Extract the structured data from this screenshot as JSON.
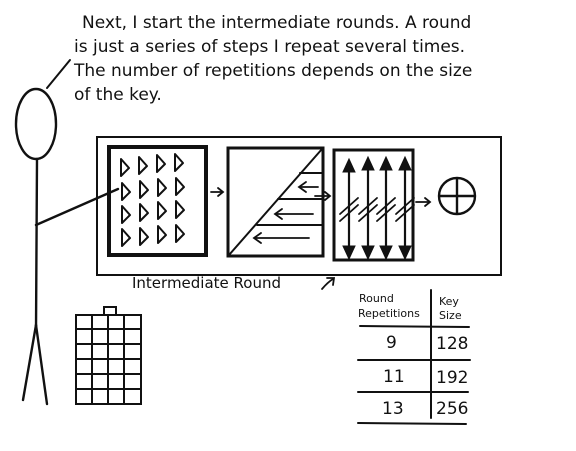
{
  "narration": {
    "line1": "Next, I start the intermediate rounds. A round",
    "line2": "is just a series of steps I repeat several times.",
    "line3": "The number of repetitions depends on the size",
    "line4": "of the key."
  },
  "diagram": {
    "caption": "Intermediate Round"
  },
  "table": {
    "headers": {
      "repetitions_line1": "Round",
      "repetitions_line2": "Repetitions",
      "key_line1": "Key",
      "key_line2": "Size"
    },
    "rows": [
      {
        "repetitions": "9",
        "key_size": "128"
      },
      {
        "repetitions": "11",
        "key_size": "192"
      },
      {
        "repetitions": "13",
        "key_size": "256"
      }
    ]
  }
}
